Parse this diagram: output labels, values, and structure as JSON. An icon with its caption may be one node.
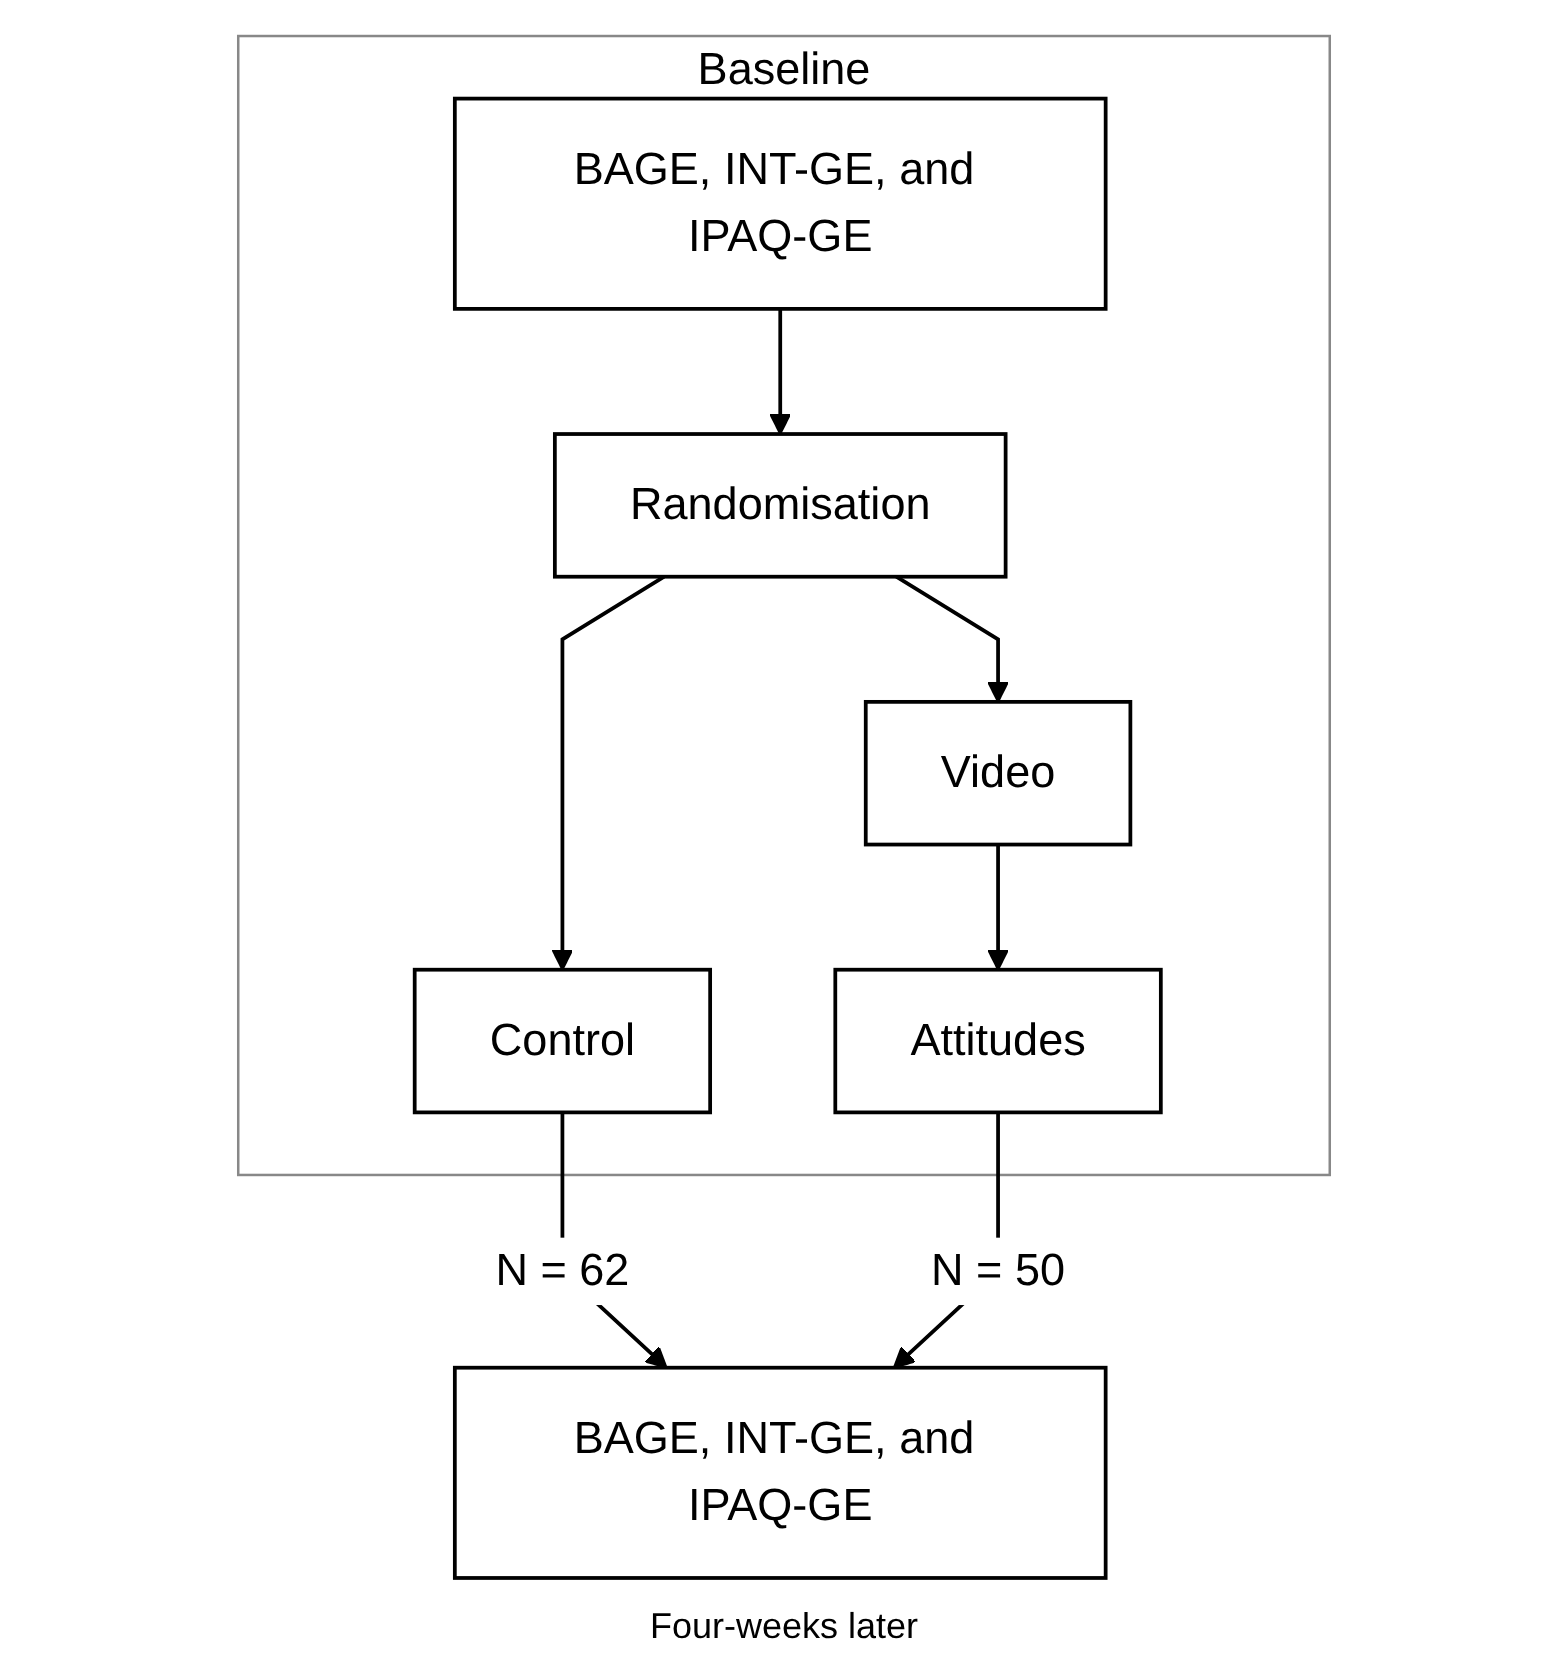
{
  "diagram": {
    "nodes": [
      {
        "text": [
          "Baseline"
        ]
      },
      {
        "text": [
          "BAGE, INT-GE, and IPAQ-GE"
        ],
        "in": 0
      },
      {
        "text": [
          "Randomisation"
        ],
        "in": 0
      },
      {
        "text": [
          "Control"
        ],
        "in": 0
      },
      {
        "text": [
          "Video"
        ],
        "in": 0
      },
      {
        "text": [
          "Attitudes"
        ],
        "in": 0
      },
      {
        "text": [
          "BAGE, INT-GE, and IPAQ-GE"
        ],
        "beside": [
          "Four-weeks later"
        ]
      }
    ],
    "edges": [
      {
        "from": 1,
        "to": 2,
        "arrow": "to"
      },
      {
        "from": 2,
        "to": 3,
        "arrow": "to"
      },
      {
        "from": 2,
        "to": 4,
        "arrow": "to"
      },
      {
        "from": 4,
        "to": 5,
        "arrow": "to"
      },
      {
        "from": 3,
        "to": 6,
        "arrow": "to",
        "label": "N = 62"
      },
      {
        "from": 5,
        "to": 6,
        "arrow": "to",
        "label": "N = 50"
      }
    ]
  }
}
